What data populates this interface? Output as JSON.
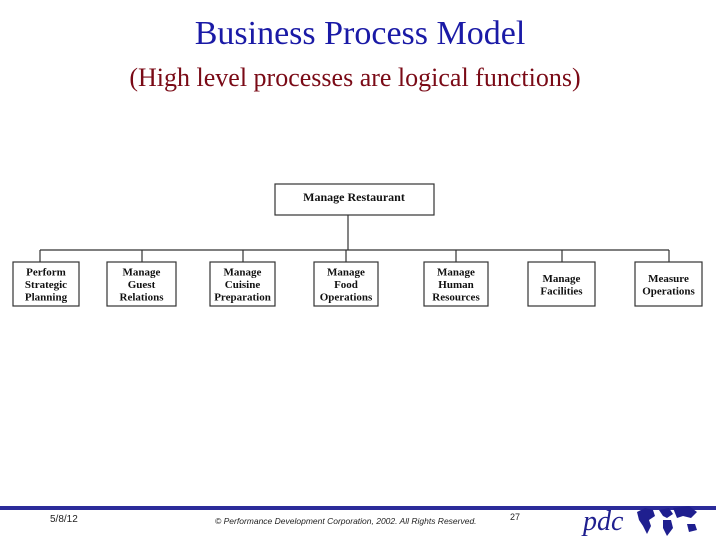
{
  "title": "Business Process Model",
  "subtitle": "(High level processes are logical functions)",
  "diagram": {
    "root": [
      "Manage Restaurant"
    ],
    "children": [
      [
        "Perform",
        "Strategic",
        "Planning"
      ],
      [
        "Manage",
        "Guest",
        "Relations"
      ],
      [
        "Manage",
        "Cuisine",
        "Preparation"
      ],
      [
        "Manage",
        "Food",
        "Operations"
      ],
      [
        "Manage",
        "Human",
        "Resources"
      ],
      [
        "Manage",
        "Facilities"
      ],
      [
        "Measure",
        "Operations"
      ]
    ]
  },
  "footer": {
    "date": "5/8/12",
    "copyright": "© Performance Development Corporation, 2002. All Rights Reserved.",
    "page": "27",
    "logo": "pdc",
    "logo_icon": "world-map-icon",
    "accent_color": "#2b2b9a"
  }
}
